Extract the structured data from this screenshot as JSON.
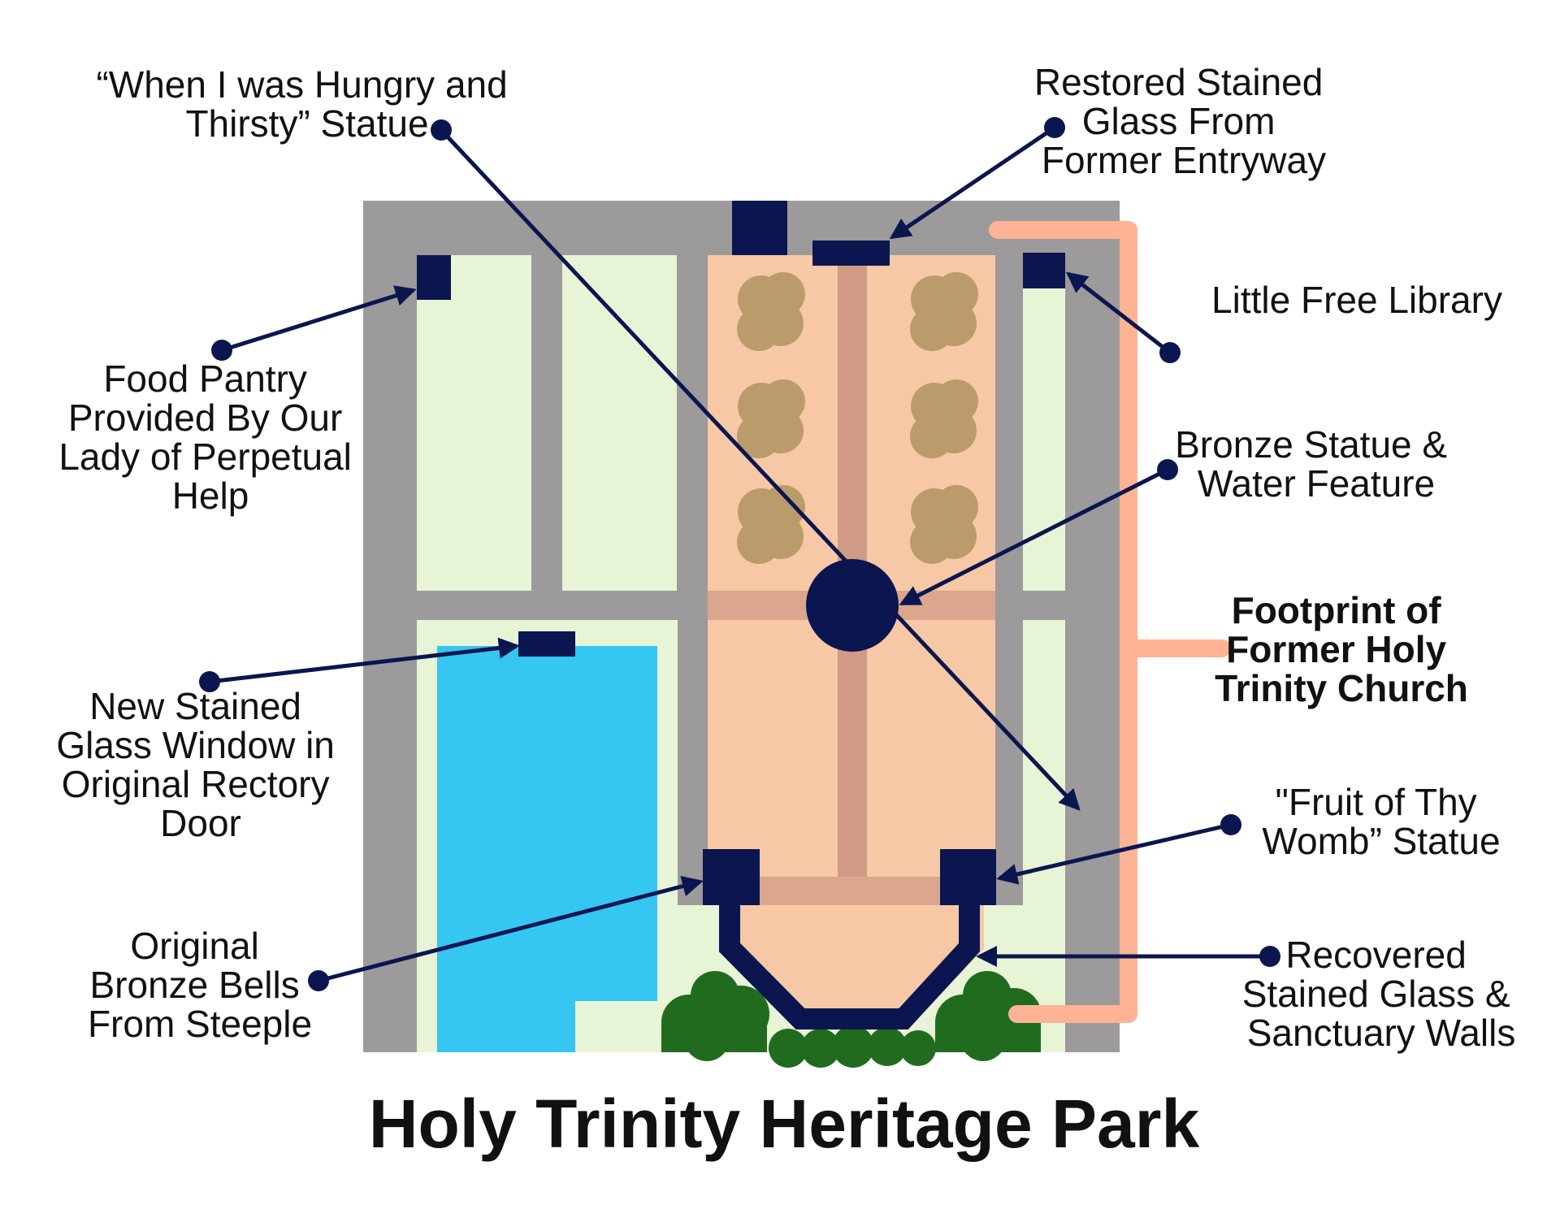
{
  "title": "Holy Trinity Heritage Park",
  "colors": {
    "path_gray": "#9c9a9a",
    "lawn": "#e7f5d6",
    "church_floor": "#f7c8a5",
    "aisle": "#d19a84",
    "shrub": "#bb9b6c",
    "water": "#35c6f2",
    "navy": "#0b1650",
    "green_bush": "#216b1f",
    "footprint_bracket": "#fdb394"
  },
  "labels": {
    "hungry_statue": [
      "“When I was Hungry and",
      "Thirsty” Statue"
    ],
    "restored_glass": [
      "Restored Stained",
      "Glass From",
      "Former Entryway"
    ],
    "free_library": [
      "Little Free Library"
    ],
    "food_pantry": [
      "Food Pantry",
      "Provided By Our",
      "Lady of Perpetual",
      "Help"
    ],
    "bronze_statue": [
      "Bronze Statue &",
      "Water Feature"
    ],
    "footprint": [
      "Footprint of",
      "Former Holy",
      "Trinity Church"
    ],
    "new_glass": [
      "New Stained",
      "Glass Window in",
      "Original Rectory",
      "Door"
    ],
    "fruit_statue": [
      "\"Fruit of Thy",
      "Womb” Statue"
    ],
    "bronze_bells": [
      "Original",
      "Bronze Bells",
      "From Steeple"
    ],
    "recovered_glass": [
      "Recovered",
      "Stained Glass &",
      "Sanctuary Walls"
    ]
  },
  "icons": {
    "marker": "navy-dot-marker-icon",
    "shrub": "shrub-icon",
    "bush": "bush-icon"
  }
}
